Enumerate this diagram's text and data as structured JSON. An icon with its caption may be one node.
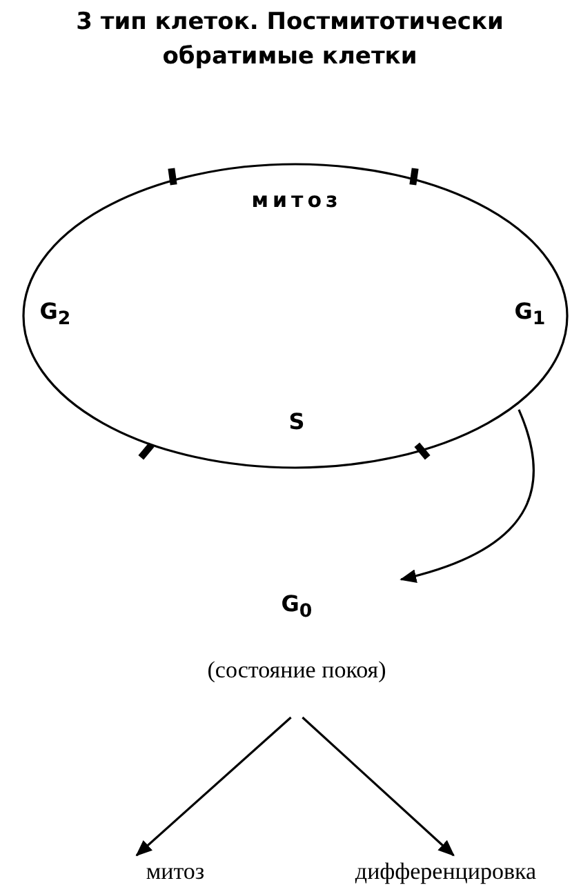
{
  "diagram": {
    "title": "3 тип клеток. Постмитотически обратимые клетки",
    "nodes": [
      {
        "text": [
          "митоз",
          "G$_{2}$",
          "G$_{1}$",
          "S"
        ]
      },
      {
        "text": [
          "G$_{0}$",
          "(состояние покоя)"
        ]
      },
      {
        "text": [
          "митоз"
        ]
      },
      {
        "text": [
          "дифференцировка"
        ]
      }
    ],
    "edges": [
      {
        "from": 0,
        "to": 1,
        "arrow": "to"
      },
      {
        "from": 1,
        "to": 2,
        "arrow": "to"
      },
      {
        "from": 1,
        "to": 3,
        "arrow": "to"
      }
    ]
  }
}
